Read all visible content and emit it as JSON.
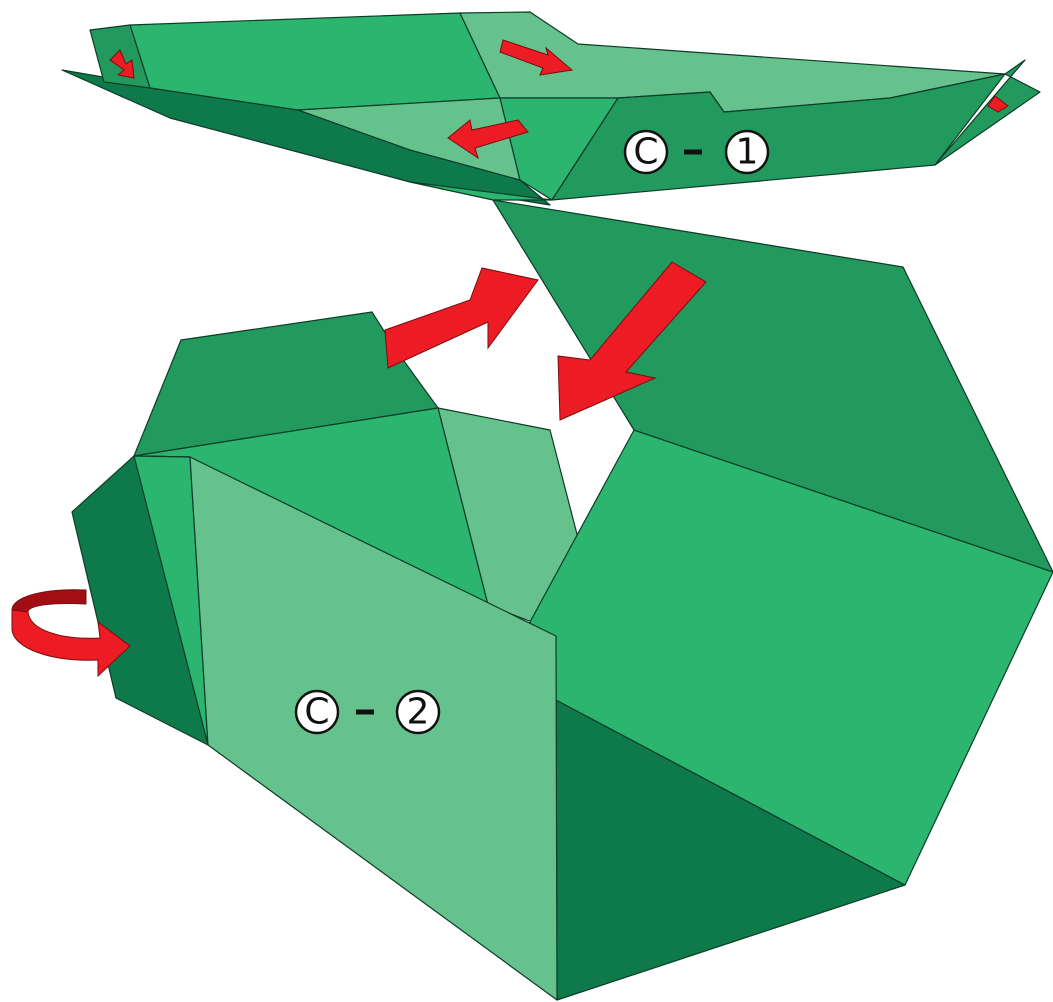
{
  "colors": {
    "green_light": "#66c28d",
    "green_mid": "#2bb56f",
    "green_dark": "#229a5d",
    "green_deep": "#0e7a4c",
    "arrow_red": "#ed1c24",
    "arrow_red_dark": "#a30e14"
  },
  "labels": {
    "part_c1": {
      "letter": "C",
      "number": "1"
    },
    "part_c2": {
      "letter": "C",
      "number": "2"
    }
  },
  "icons": {
    "straight_arrows": "arrow-icon",
    "rotation_arrow": "curved-arrow-icon"
  }
}
